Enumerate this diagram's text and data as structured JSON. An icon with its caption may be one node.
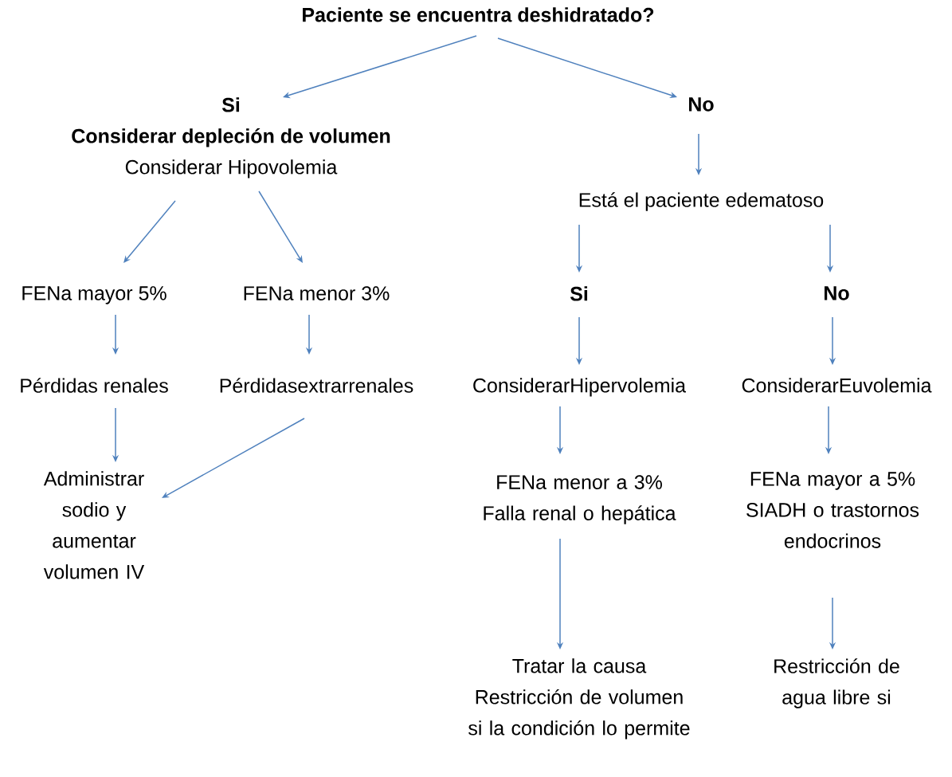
{
  "diagram": {
    "nodes": [
      {
        "text": [
          "Paciente se encuentra deshidratado?"
        ]
      },
      {
        "text": [
          "Si",
          "Considerar depleción de volumen",
          "Considerar Hipovolemia"
        ]
      },
      {
        "text": [
          "No"
        ]
      },
      {
        "text": [
          "Está el paciente edematoso"
        ]
      },
      {
        "text": [
          "FENa mayor 5%"
        ]
      },
      {
        "text": [
          "FENa menor 3%"
        ]
      },
      {
        "text": [
          "Si"
        ]
      },
      {
        "text": [
          "No"
        ]
      },
      {
        "text": [
          "Pérdidas renales"
        ]
      },
      {
        "text": [
          "Pérdidasextrarrenales"
        ]
      },
      {
        "text": [
          "ConsiderarHipervolemia"
        ]
      },
      {
        "text": [
          "ConsiderarEuvolemia"
        ]
      },
      {
        "text": [
          "Administrar sodio y aumentar volumen IV"
        ]
      },
      {
        "text": [
          "FENa menor a 3%",
          "Falla renal o hepática"
        ]
      },
      {
        "text": [
          "FENa mayor a 5%",
          "SIADH o trastornos endocrinos"
        ]
      },
      {
        "text": [
          "Tratar la causa",
          "Restricción de volumen si la condición lo permite"
        ]
      },
      {
        "text": [
          "Restricción de agua libre si"
        ]
      }
    ],
    "edges": [
      {
        "from": 0,
        "to": 1,
        "arrow": "to"
      },
      {
        "from": 0,
        "to": 2,
        "arrow": "to"
      },
      {
        "from": 2,
        "to": 3,
        "arrow": "to"
      },
      {
        "from": 1,
        "to": 4,
        "arrow": "to"
      },
      {
        "from": 1,
        "to": 5,
        "arrow": "to"
      },
      {
        "from": 3,
        "to": 6,
        "arrow": "to"
      },
      {
        "from": 3,
        "to": 7,
        "arrow": "to"
      },
      {
        "from": 4,
        "to": 8,
        "arrow": "to"
      },
      {
        "from": 5,
        "to": 9,
        "arrow": "to"
      },
      {
        "from": 6,
        "to": 10,
        "arrow": "to"
      },
      {
        "from": 7,
        "to": 11,
        "arrow": "to"
      },
      {
        "from": 8,
        "to": 12,
        "arrow": "to"
      },
      {
        "from": 9,
        "to": 12,
        "arrow": "to"
      },
      {
        "from": 10,
        "to": 13,
        "arrow": "to"
      },
      {
        "from": 11,
        "to": 14,
        "arrow": "to"
      },
      {
        "from": 13,
        "to": 15,
        "arrow": "to"
      },
      {
        "from": 14,
        "to": 16,
        "arrow": "to"
      }
    ]
  }
}
